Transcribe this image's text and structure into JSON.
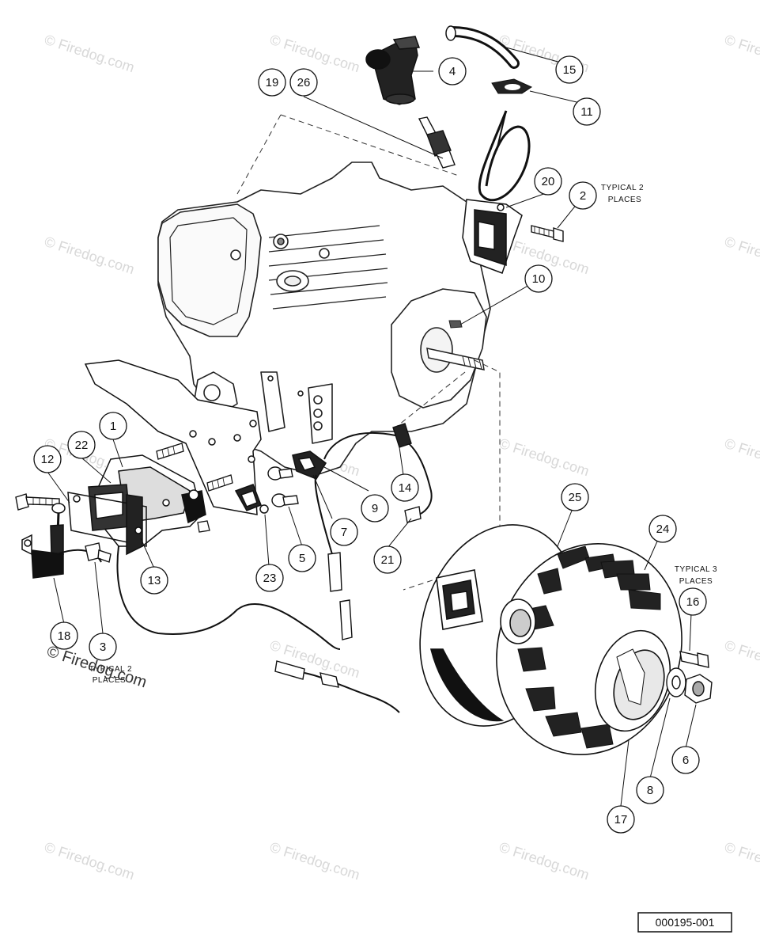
{
  "watermark_text": "© Firedog.com",
  "copyright_text": "© Firedog.com",
  "reference_code": "000195-001",
  "notes": {
    "typical2_top": [
      "TYPICAL 2",
      "PLACES"
    ],
    "typical3": [
      "TYPICAL 3",
      "PLACES"
    ],
    "typical2_bottom": [
      "TYPICAL 2",
      "PLACES"
    ]
  },
  "callouts": [
    {
      "id": "c1",
      "label": "1"
    },
    {
      "id": "c2",
      "label": "2"
    },
    {
      "id": "c3",
      "label": "3"
    },
    {
      "id": "c4",
      "label": "4"
    },
    {
      "id": "c5",
      "label": "5"
    },
    {
      "id": "c6",
      "label": "6"
    },
    {
      "id": "c7",
      "label": "7"
    },
    {
      "id": "c8",
      "label": "8"
    },
    {
      "id": "c9",
      "label": "9"
    },
    {
      "id": "c10",
      "label": "10"
    },
    {
      "id": "c11",
      "label": "11"
    },
    {
      "id": "c12",
      "label": "12"
    },
    {
      "id": "c13",
      "label": "13"
    },
    {
      "id": "c14",
      "label": "14"
    },
    {
      "id": "c15",
      "label": "15"
    },
    {
      "id": "c16",
      "label": "16"
    },
    {
      "id": "c17",
      "label": "17"
    },
    {
      "id": "c18",
      "label": "18"
    },
    {
      "id": "c19",
      "label": "19"
    },
    {
      "id": "c20",
      "label": "20"
    },
    {
      "id": "c21",
      "label": "21"
    },
    {
      "id": "c22",
      "label": "22"
    },
    {
      "id": "c23",
      "label": "23"
    },
    {
      "id": "c24",
      "label": "24"
    },
    {
      "id": "c25",
      "label": "25"
    },
    {
      "id": "c26",
      "label": "26"
    }
  ]
}
